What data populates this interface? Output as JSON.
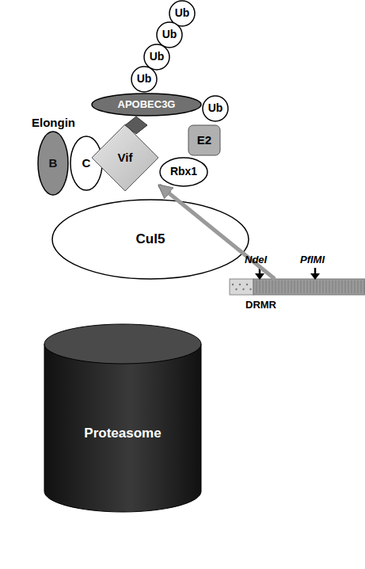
{
  "diagram": {
    "nodes": [
      {
        "text": [
          "Ub"
        ]
      },
      {
        "text": [
          "Ub"
        ]
      },
      {
        "text": [
          "Ub"
        ]
      },
      {
        "text": [
          "Ub"
        ]
      },
      {
        "text": [
          "APOBEC3G"
        ]
      },
      {
        "text": [
          "Ub"
        ]
      },
      {
        "text": [
          "B"
        ]
      },
      {
        "text": [
          "C"
        ]
      },
      {
        "text": [
          "Vif"
        ]
      },
      {
        "text": [
          "E2"
        ]
      },
      {
        "text": [
          "Rbx1"
        ]
      },
      {
        "text": [
          "Cul5"
        ]
      },
      {
        "text": [
          "DRMR"
        ]
      },
      {
        "text": [
          "Proteasome"
        ]
      }
    ],
    "edges": [
      {
        "from": 12,
        "to": 8,
        "arrow": "to"
      }
    ],
    "labels": [
      "Elongin",
      "NdeI",
      "PflMI"
    ]
  }
}
